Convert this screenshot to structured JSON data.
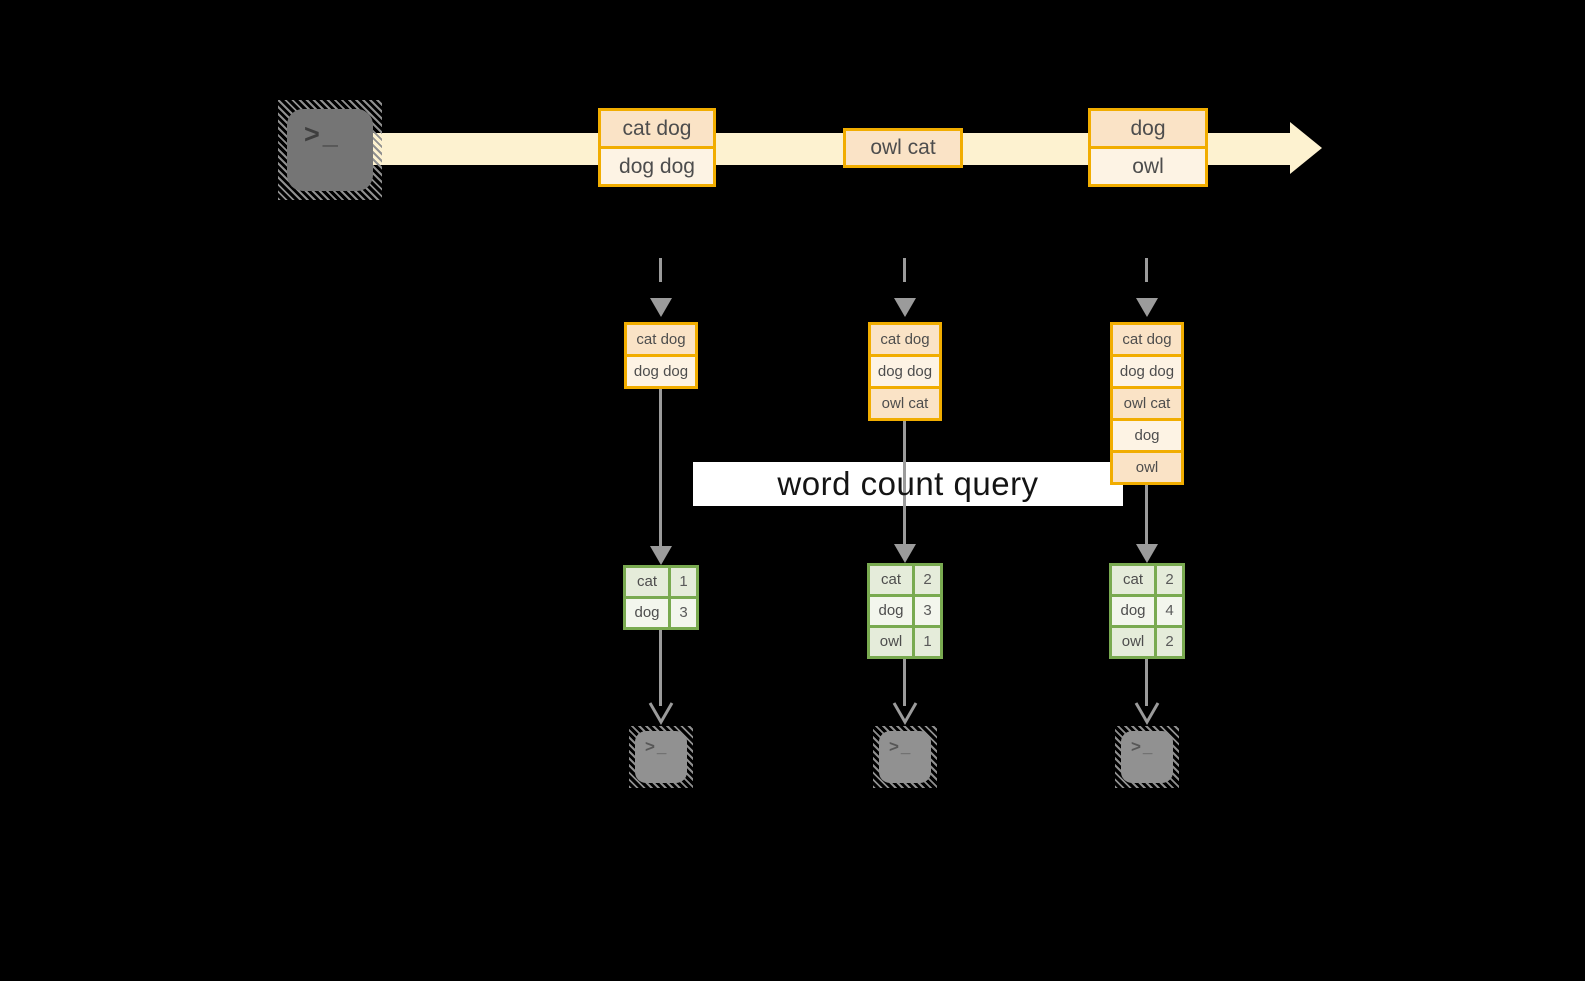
{
  "diagram": {
    "query_label": "word count query",
    "terminal_prompt": ">_",
    "stream_events": [
      {
        "rows": [
          "cat dog",
          "dog dog"
        ]
      },
      {
        "rows": [
          "owl cat"
        ]
      },
      {
        "rows": [
          "dog",
          "owl"
        ]
      }
    ],
    "columns": [
      {
        "state_rows": [
          "cat dog",
          "dog dog"
        ],
        "counts": [
          {
            "word": "cat",
            "value": "1"
          },
          {
            "word": "dog",
            "value": "3"
          }
        ]
      },
      {
        "state_rows": [
          "cat dog",
          "dog dog",
          "owl cat"
        ],
        "counts": [
          {
            "word": "cat",
            "value": "2"
          },
          {
            "word": "dog",
            "value": "3"
          },
          {
            "word": "owl",
            "value": "1"
          }
        ]
      },
      {
        "state_rows": [
          "cat dog",
          "dog dog",
          "owl cat",
          "dog",
          "owl"
        ],
        "counts": [
          {
            "word": "cat",
            "value": "2"
          },
          {
            "word": "dog",
            "value": "4"
          },
          {
            "word": "owl",
            "value": "2"
          }
        ]
      }
    ],
    "colors": {
      "background": "#000000",
      "gold_border": "#f1ad00",
      "peach_fill": "#fae3c6",
      "cream_fill": "#fdf3e4",
      "stream_band": "#fdf2d0",
      "green_border": "#79aa50",
      "green_cell_dark": "#e5ecda",
      "green_cell_light": "#f3f6ed",
      "arrow_gray": "#9b9b9b",
      "terminal_gray_dark": "#757575",
      "terminal_gray_light": "#919191"
    }
  }
}
